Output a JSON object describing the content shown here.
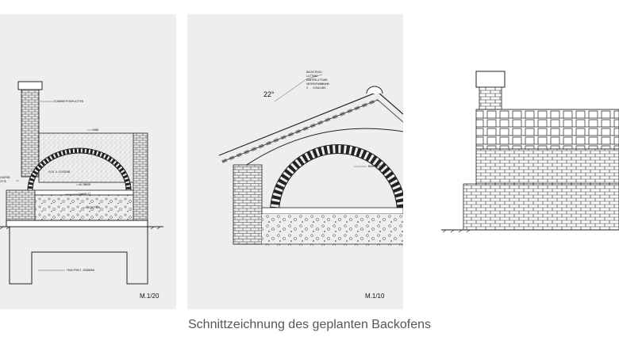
{
  "caption": "Schnittzeichnung des geplanten Backofens",
  "panel1": {
    "scale": "M.1/20",
    "labels": {
      "chimney_plates": "SCHORNSTEINPLATTEN",
      "sand": "SAND",
      "via_u_schiene": "VIA U-SCHIENE",
      "klinker": "KLINKER",
      "sandbett": "SANDBETT",
      "schotter": "SCHOTTER",
      "frostfrei": "FROSTFREI GRÜNDEN",
      "left_cut_1": "CKOFEN",
      "left_cut_2": "ZITE"
    }
  },
  "panel2": {
    "scale": "M.1/10",
    "angle": "22°",
    "labels": {
      "l1": "DACHZIEGEL",
      "l2": "LATTUNG",
      "l3": "KONTERLATTUNG",
      "l4": "UNTERSPANNBAHN",
      "l5": "5 - SCHALUNG",
      "bogen": "BOGENSTEIN"
    }
  },
  "panel3": {}
}
